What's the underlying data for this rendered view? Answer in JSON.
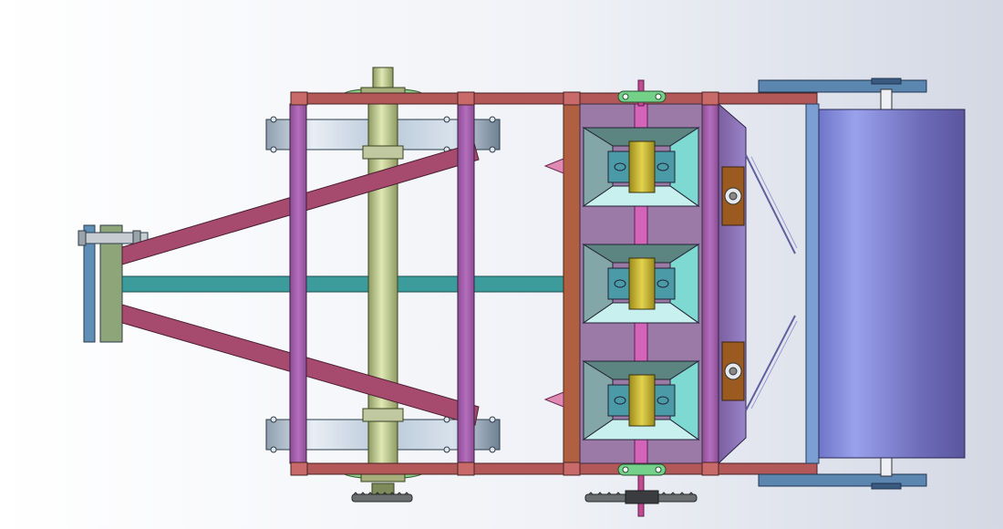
{
  "window": {
    "type": "cad-viewport",
    "view": "top"
  },
  "colors": {
    "bg_left": "#ffffff",
    "bg_right": "#d5dae6",
    "frame_red": "#b35858",
    "bar_purple": "#a060a8",
    "brace_crimson": "#a64a6e",
    "beam_teal": "#3c9c9c",
    "shaft_olive": "#b6c28c",
    "clamp_grey": "#a7b6c6",
    "rust": "#b06040",
    "funnel_teal": "#83b3b0",
    "funnel_aqua": "#7fd9d3",
    "gold": "#c7b634",
    "roller_blue": "#7f86d6",
    "steel_blue": "#5a86b0",
    "hitch_sage": "#8ea57a"
  },
  "assembly": {
    "components": [
      {
        "id": "hitch-plate",
        "icon": "hitch-plate-icon"
      },
      {
        "id": "tow-beam",
        "icon": "beam-icon"
      },
      {
        "id": "upper-brace",
        "icon": "brace-icon"
      },
      {
        "id": "lower-brace",
        "icon": "brace-icon"
      },
      {
        "id": "front-clamp-upper",
        "icon": "clamp-icon"
      },
      {
        "id": "front-clamp-lower",
        "icon": "clamp-icon"
      },
      {
        "id": "drive-shaft",
        "icon": "shaft-icon"
      },
      {
        "id": "seed-hopper-unit-1",
        "icon": "hopper-icon"
      },
      {
        "id": "seed-hopper-unit-2",
        "icon": "hopper-icon"
      },
      {
        "id": "seed-hopper-unit-3",
        "icon": "hopper-icon"
      },
      {
        "id": "bearing-1",
        "icon": "bearing-icon"
      },
      {
        "id": "bearing-2",
        "icon": "bearing-icon"
      },
      {
        "id": "sprocket-left",
        "icon": "sprocket-icon"
      },
      {
        "id": "sprocket-right",
        "icon": "sprocket-icon"
      },
      {
        "id": "press-roller",
        "icon": "roller-icon"
      }
    ]
  }
}
